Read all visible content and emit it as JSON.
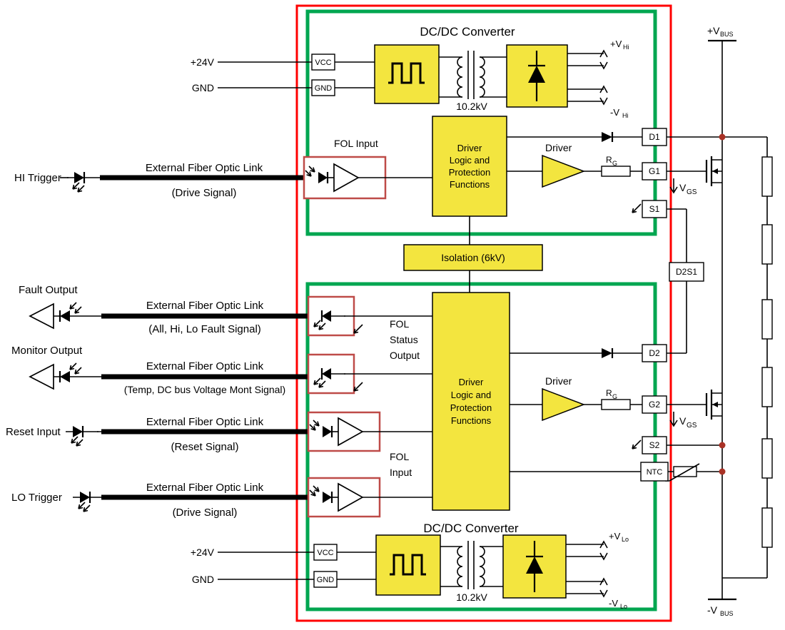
{
  "colors": {
    "yellow": "#F3E53F",
    "green": "#00A650",
    "red": "#FF0000",
    "folred": "#BE4B48",
    "dot": "#A93226"
  },
  "top_converter": {
    "title": "DC/DC Converter",
    "kv": "10.2kV",
    "vcc": "VCC",
    "gnd": "GND",
    "supply_pos": "+24V",
    "supply_gnd": "GND",
    "out_pos": "+V",
    "out_pos_sub": "Hi",
    "out_neg": "-V",
    "out_neg_sub": "Hi"
  },
  "bottom_converter": {
    "title": "DC/DC Converter",
    "kv": "10.2kV",
    "vcc": "VCC",
    "gnd": "GND",
    "supply_pos": "+24V",
    "supply_gnd": "GND",
    "out_pos": "+V",
    "out_pos_sub": "Lo",
    "out_neg": "-V",
    "out_neg_sub": "Lo"
  },
  "isolation_label": "Isolation (6kV)",
  "logic_block": [
    "Driver",
    "Logic and",
    "Protection",
    "Functions"
  ],
  "driver_label": "Driver",
  "rg": {
    "base": "R",
    "sub": "G"
  },
  "vgs": {
    "base": "V",
    "sub": "GS"
  },
  "bus": {
    "pos": "+V",
    "pos_sub": "BUS",
    "neg": "-V",
    "neg_sub": "BUS"
  },
  "fol": {
    "input_top": "FOL Input",
    "status_lines": [
      "FOL",
      "Status",
      "Output"
    ],
    "input_lines": [
      "FOL",
      "Input"
    ]
  },
  "terminals": {
    "d1": "D1",
    "g1": "G1",
    "s1": "S1",
    "d2s1": "D2S1",
    "d2": "D2",
    "g2": "G2",
    "s2": "S2",
    "ntc": "NTC"
  },
  "external_links": [
    {
      "label": "HI Trigger",
      "title": "External Fiber Optic Link",
      "subtitle": "(Drive Signal)"
    },
    {
      "label": "Fault Output",
      "title": "External Fiber Optic Link",
      "subtitle": "(All, Hi, Lo Fault Signal)"
    },
    {
      "label": "Monitor Output",
      "title": "External Fiber Optic Link",
      "subtitle": "(Temp, DC bus Voltage Mont Signal)"
    },
    {
      "label": "Reset Input",
      "title": "External Fiber Optic Link",
      "subtitle": "(Reset Signal)"
    },
    {
      "label": "LO Trigger",
      "title": "External Fiber Optic Link",
      "subtitle": "(Drive Signal)"
    }
  ]
}
